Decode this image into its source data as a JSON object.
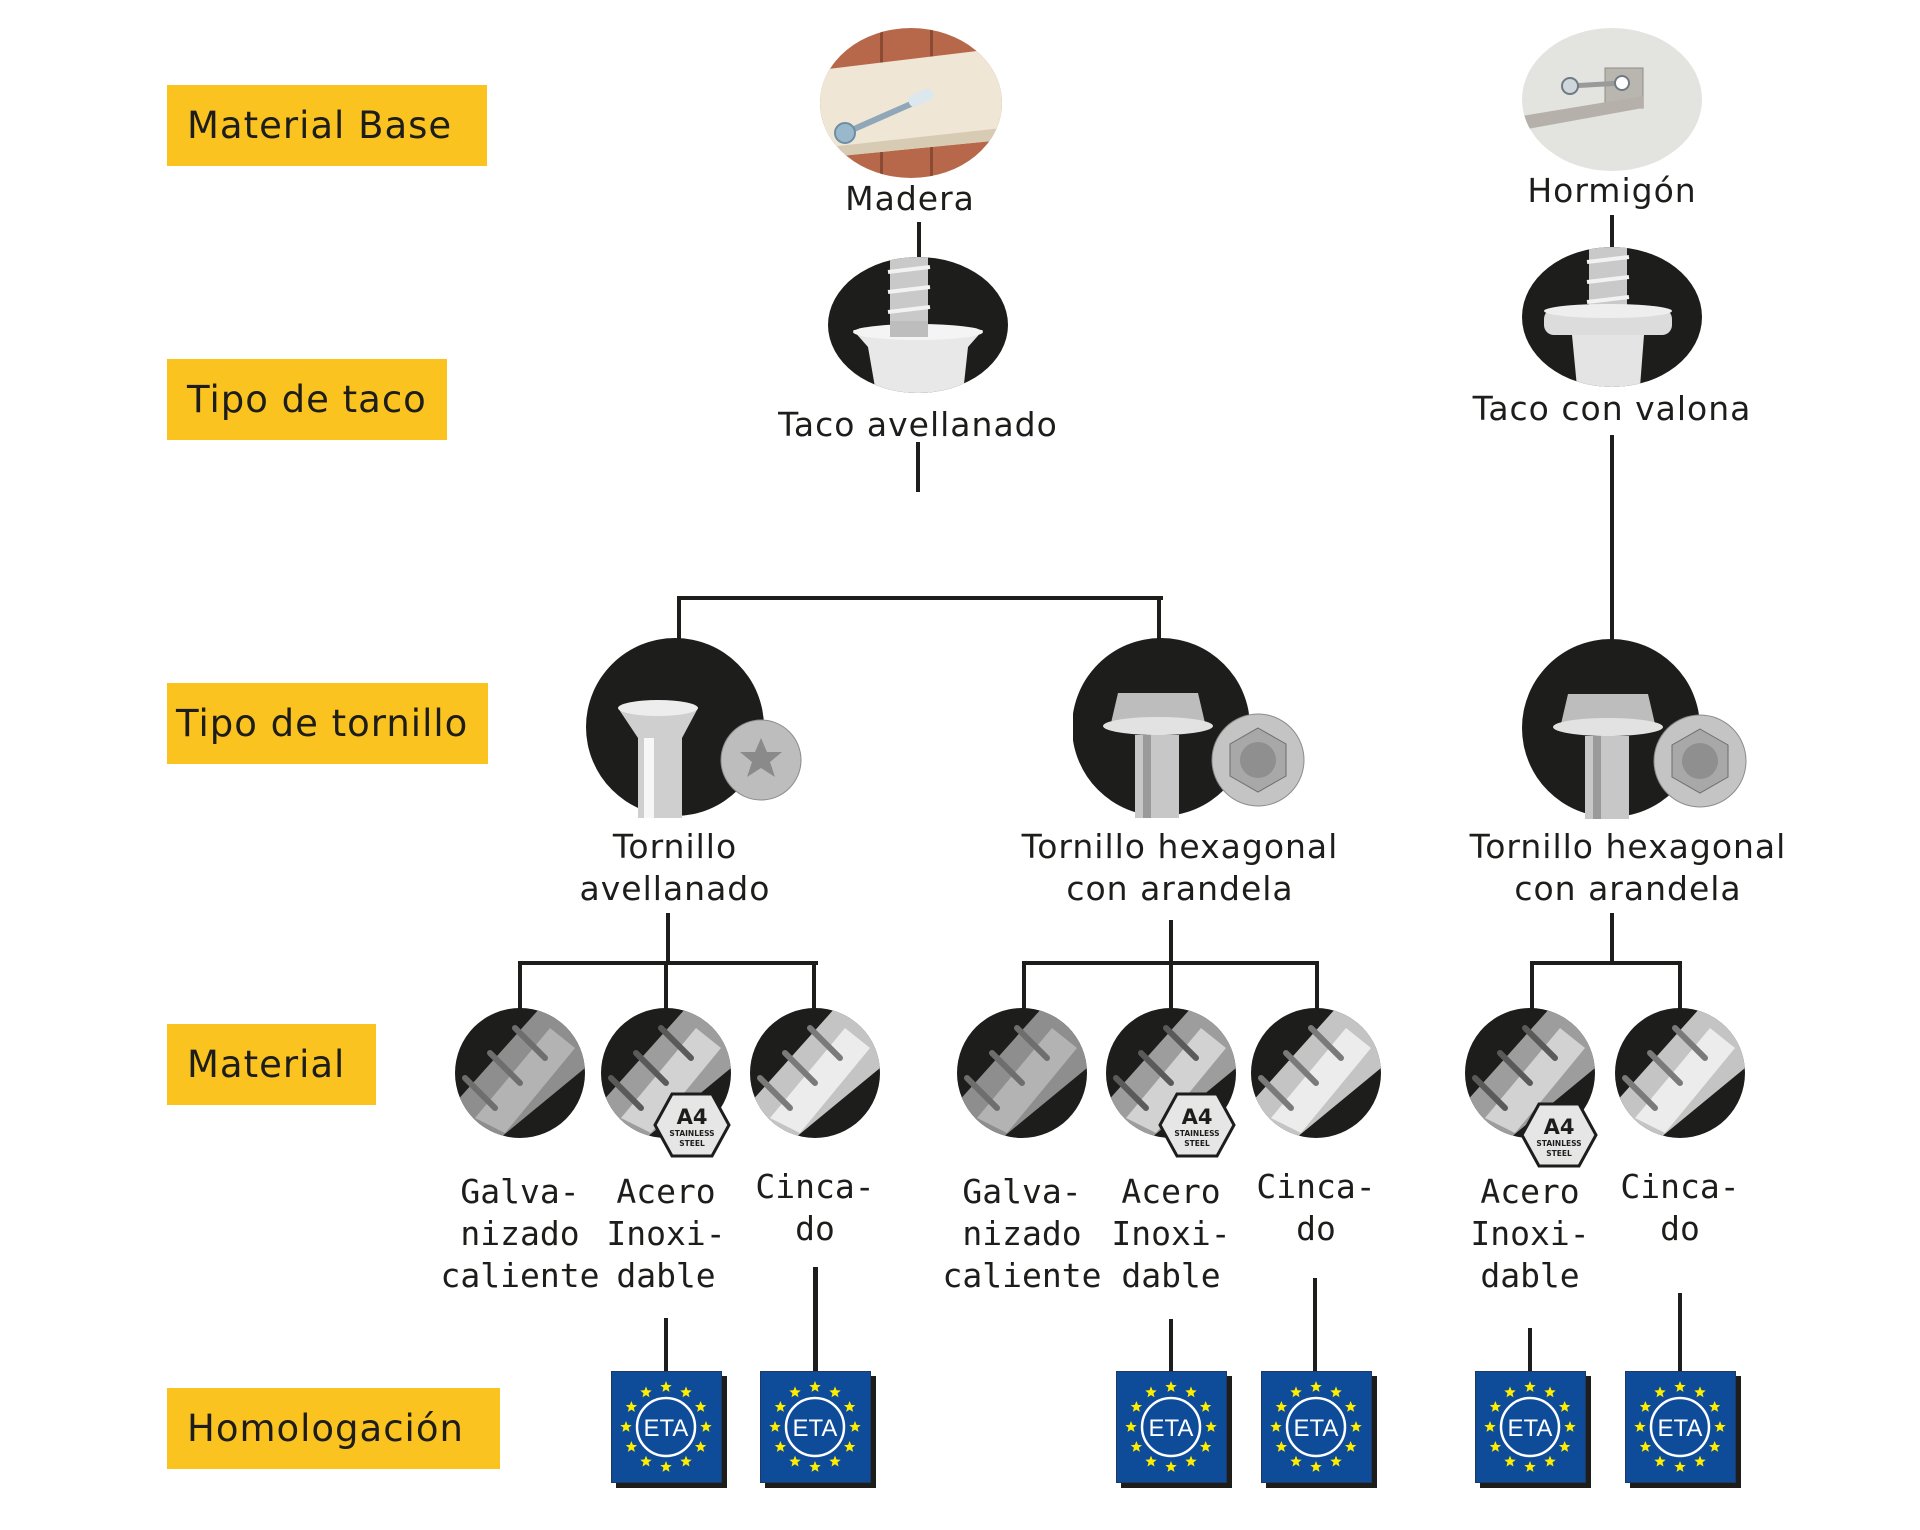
{
  "categories": [
    {
      "id": "material-base",
      "label": "Material Base"
    },
    {
      "id": "tipo-taco",
      "label": "Tipo de taco"
    },
    {
      "id": "tipo-tornillo",
      "label": "Tipo de tornillo"
    },
    {
      "id": "material",
      "label": "Material"
    },
    {
      "id": "homologacion",
      "label": "Homologación"
    }
  ],
  "base_materials": [
    {
      "label": "Madera",
      "image": "wood-beam-fixing-photo"
    },
    {
      "label": "Hormigón",
      "image": "concrete-bracket-fixing-photo"
    }
  ],
  "plugs": [
    {
      "label": "Taco avellanado",
      "image": "countersunk-plug-photo"
    },
    {
      "label": "Taco con valona",
      "image": "flanged-plug-photo"
    }
  ],
  "screws": [
    {
      "line1": "Tornillo",
      "line2": "avellanado",
      "image": "countersunk-screw-photo"
    },
    {
      "line1": "Tornillo hexagonal",
      "line2": "con arandela",
      "image": "hex-washer-screw-photo"
    },
    {
      "line1": "Tornillo hexagonal",
      "line2": "con arandela",
      "image": "hex-washer-screw-photo"
    }
  ],
  "materials": [
    {
      "label": "Galva-\nnizado\ncaliente",
      "finish": "hot-dip-galvanized",
      "a4_badge": false,
      "eta": false
    },
    {
      "label": "Acero\nInoxi-\ndable",
      "finish": "stainless",
      "a4_badge": true,
      "eta": true
    },
    {
      "label": "Cinca-\ndo",
      "finish": "zinc-plated",
      "a4_badge": false,
      "eta": true
    },
    {
      "label": "Galva-\nnizado\ncaliente",
      "finish": "hot-dip-galvanized",
      "a4_badge": false,
      "eta": false
    },
    {
      "label": "Acero\nInoxi-\ndable",
      "finish": "stainless",
      "a4_badge": true,
      "eta": true
    },
    {
      "label": "Cinca-\ndo",
      "finish": "zinc-plated",
      "a4_badge": false,
      "eta": true
    },
    {
      "label": "Acero\nInoxi-\ndable",
      "finish": "stainless",
      "a4_badge": true,
      "eta": true
    },
    {
      "label": "Cinca-\ndo",
      "finish": "zinc-plated",
      "a4_badge": false,
      "eta": true
    }
  ],
  "a4_badge": {
    "title": "A4",
    "line1": "STAINLESS",
    "line2": "STEEL"
  },
  "eta_badge": {
    "text": "ETA"
  },
  "colors": {
    "category_bg": "#fbc31f",
    "text": "#1d1d1b",
    "connector": "#1d1d1b",
    "eta_blue": "#0e4c9a",
    "eta_star": "#ffed00",
    "photo_bg": "#1d1d1b"
  }
}
